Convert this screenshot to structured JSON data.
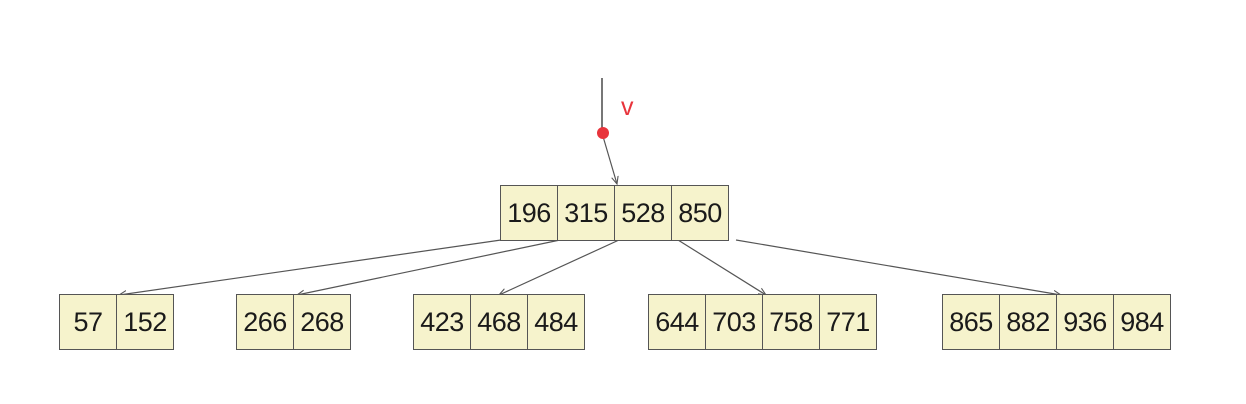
{
  "pointer": {
    "label": "v",
    "color": "#e8343c"
  },
  "root": {
    "keys": [
      "196",
      "315",
      "528",
      "850"
    ]
  },
  "children": [
    {
      "keys": [
        "57",
        "152"
      ]
    },
    {
      "keys": [
        "266",
        "268"
      ]
    },
    {
      "keys": [
        "423",
        "468",
        "484"
      ]
    },
    {
      "keys": [
        "644",
        "703",
        "758",
        "771"
      ]
    },
    {
      "keys": [
        "865",
        "882",
        "936",
        "984"
      ]
    }
  ],
  "colors": {
    "cell_fill": "#f6f3cc",
    "cell_border": "#555555",
    "edge": "#555555"
  }
}
